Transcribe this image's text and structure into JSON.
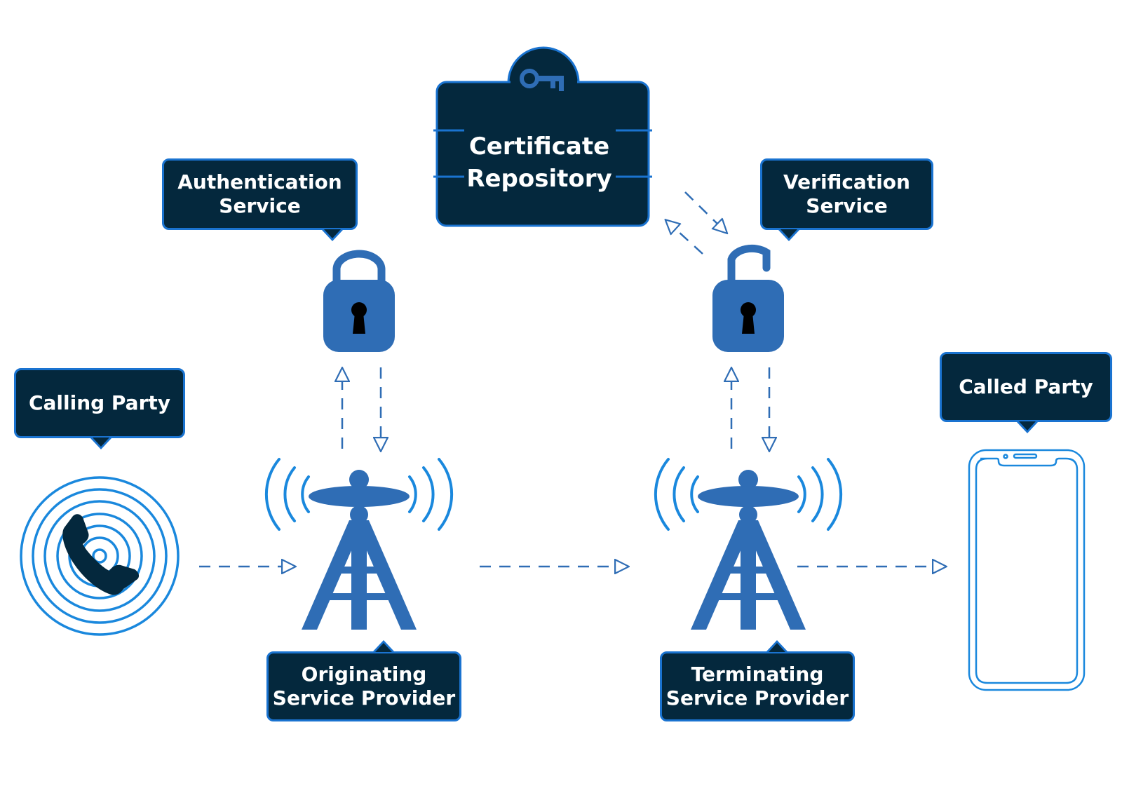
{
  "diagram": {
    "title": "Call authentication flow",
    "colors": {
      "navy": "#04283d",
      "accent_blue": "#1a73d0",
      "icon_blue": "#2f6db5",
      "arrow_blue": "#2f6db5",
      "text": "#ffffff"
    },
    "nodes": {
      "certificate_repository": {
        "label_line1": "Certificate",
        "label_line2": "Repository",
        "icon": "key-icon"
      },
      "authentication_service": {
        "label_line1": "Authentication",
        "label_line2": "Service",
        "icon": "locked-padlock-icon"
      },
      "verification_service": {
        "label_line1": "Verification",
        "label_line2": "Service",
        "icon": "unlocked-padlock-icon"
      },
      "calling_party": {
        "label": "Calling Party",
        "icon": "phone-handset-icon"
      },
      "originating_service_provider": {
        "label_line1": "Originating",
        "label_line2": "Service Provider",
        "icon": "cell-tower-icon"
      },
      "terminating_service_provider": {
        "label_line1": "Terminating",
        "label_line2": "Service Provider",
        "icon": "cell-tower-icon"
      },
      "called_party": {
        "label": "Called Party",
        "icon": "smartphone-icon"
      }
    },
    "edges": [
      {
        "from": "calling_party",
        "to": "originating_service_provider",
        "style": "dashed"
      },
      {
        "from": "originating_service_provider",
        "to": "terminating_service_provider",
        "style": "dashed"
      },
      {
        "from": "terminating_service_provider",
        "to": "called_party",
        "style": "dashed"
      },
      {
        "from": "originating_service_provider",
        "to": "authentication_service",
        "style": "dashed"
      },
      {
        "from": "authentication_service",
        "to": "originating_service_provider",
        "style": "dashed"
      },
      {
        "from": "terminating_service_provider",
        "to": "verification_service",
        "style": "dashed"
      },
      {
        "from": "verification_service",
        "to": "terminating_service_provider",
        "style": "dashed"
      },
      {
        "from": "verification_service",
        "to": "certificate_repository",
        "style": "dashed"
      },
      {
        "from": "certificate_repository",
        "to": "verification_service",
        "style": "dashed"
      }
    ]
  }
}
